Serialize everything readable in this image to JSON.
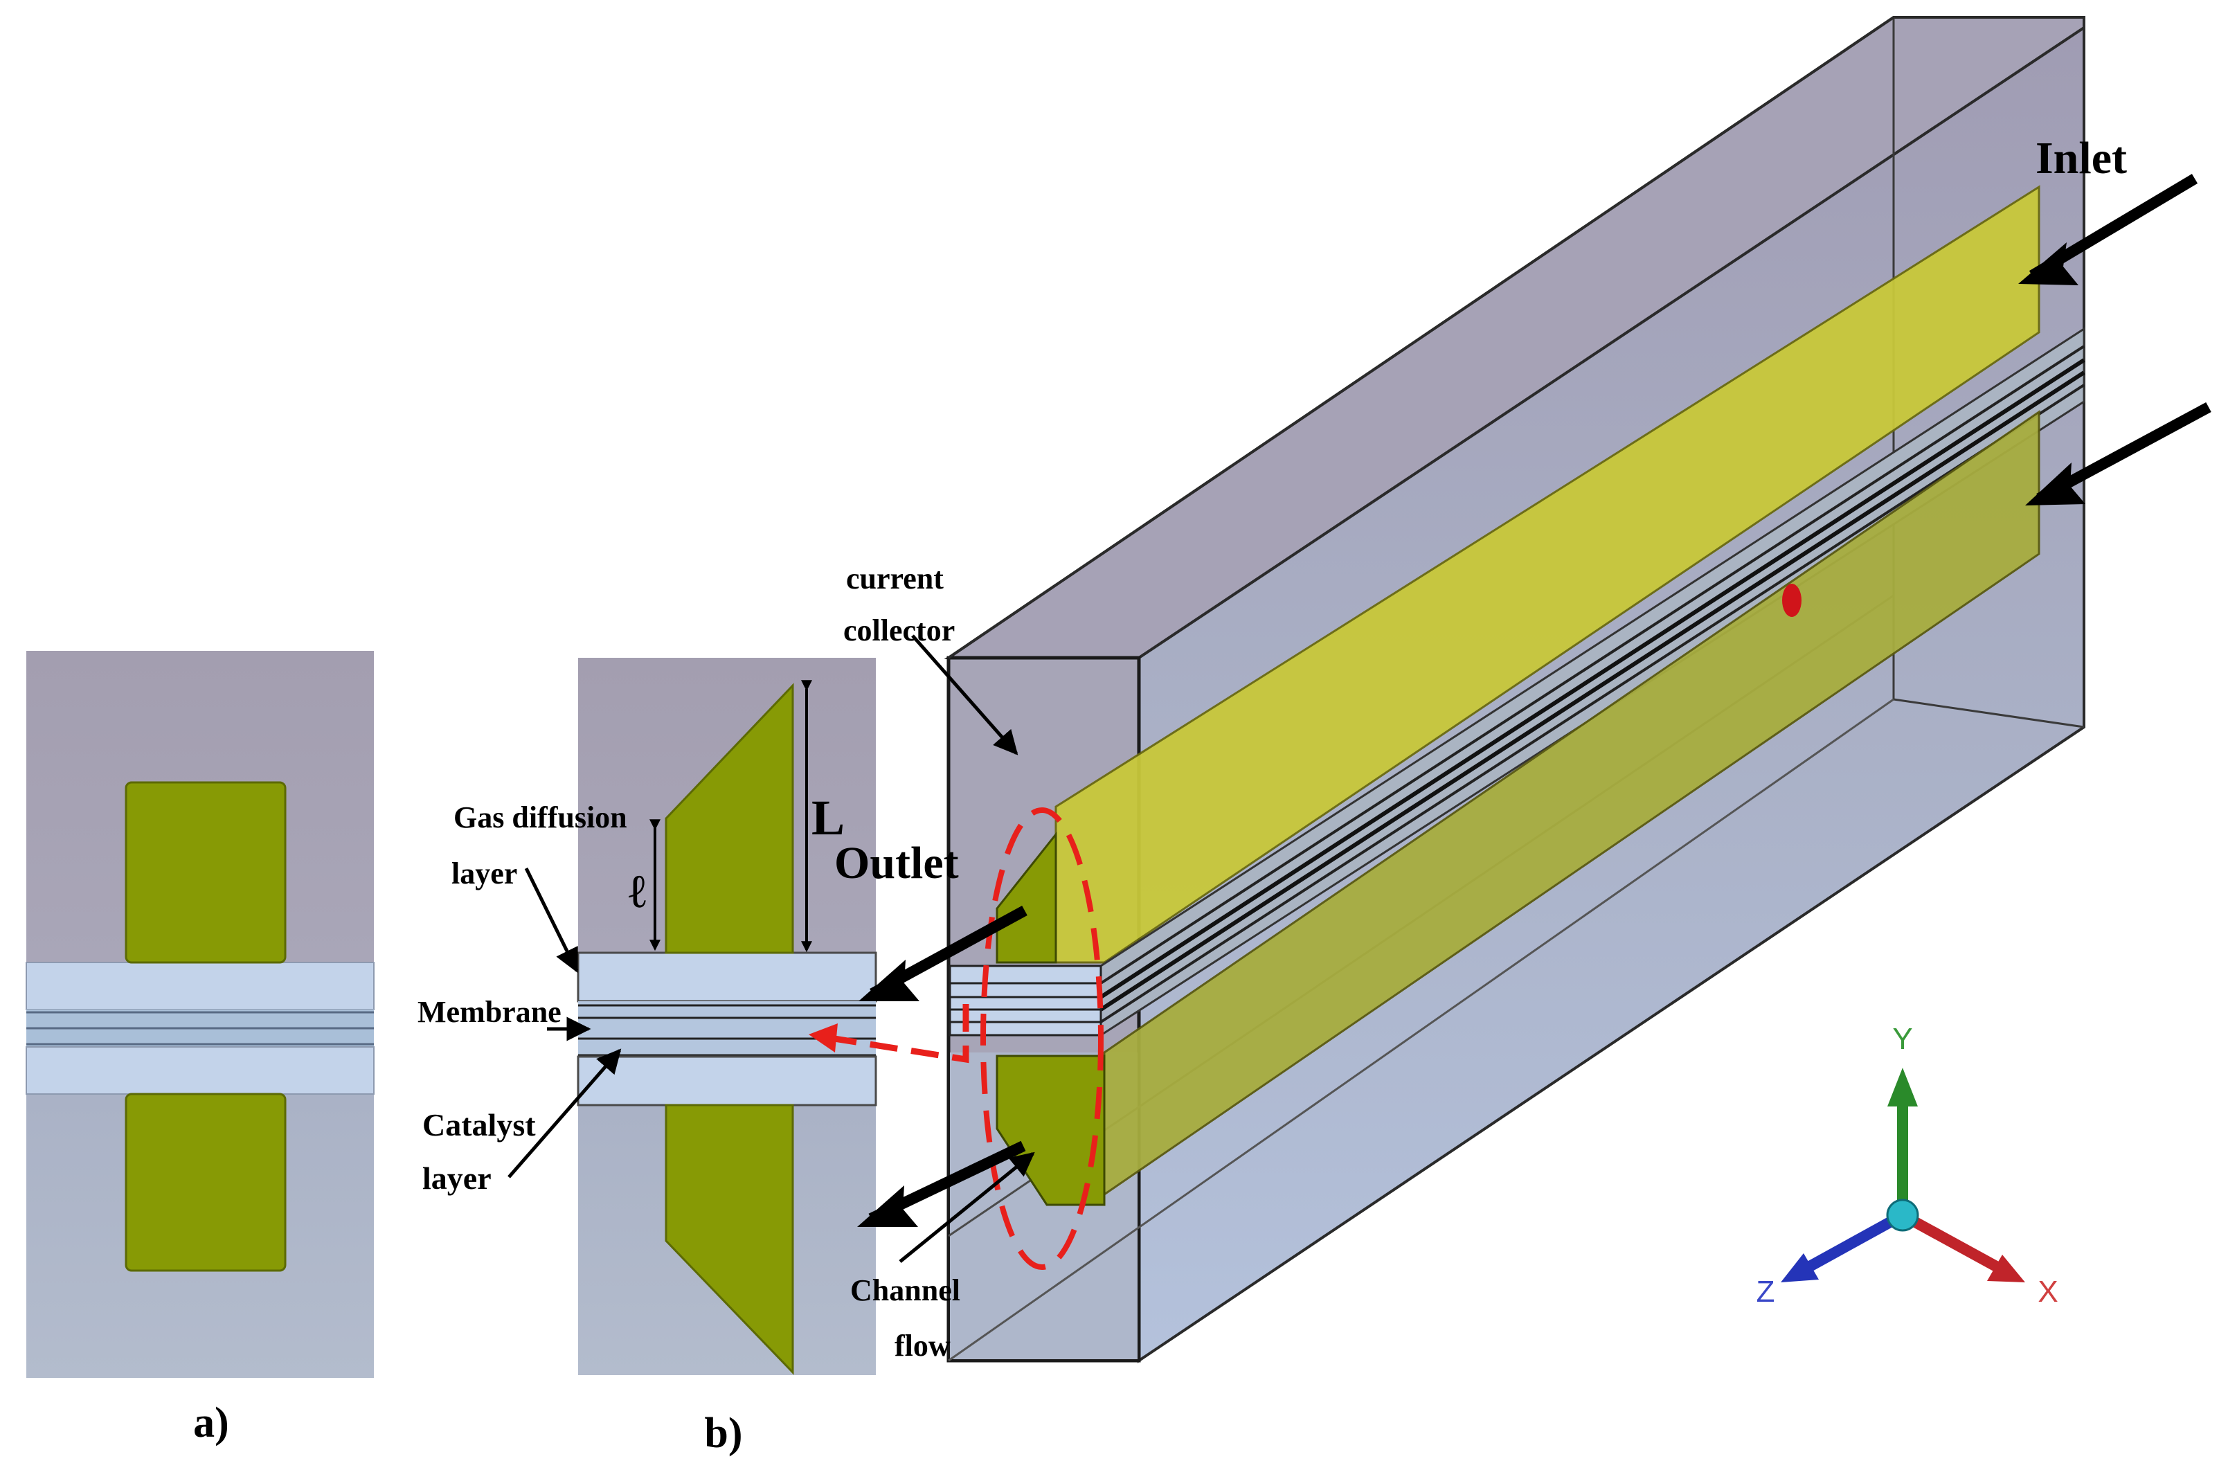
{
  "panels": {
    "a": {
      "caption": "a)"
    },
    "b": {
      "caption": "b)",
      "gas_diffusion_layer": [
        "Gas diffusion",
        "layer"
      ],
      "membrane": "Membrane",
      "catalyst_layer": [
        "Catalyst",
        "layer"
      ],
      "dimension_L": "L",
      "dimension_l": "ℓ"
    }
  },
  "model": {
    "current_collector": [
      "current",
      "collector"
    ],
    "inlet": "Inlet",
    "outlet": "Outlet",
    "channel_flow": [
      "Channel",
      "flow"
    ]
  },
  "triad": {
    "y": "Y",
    "x": "X",
    "z": "Z"
  },
  "colors": {
    "gray_top": "#a39eb0",
    "gray_bottom": "#aab3c6",
    "green": "#879a05",
    "yellow": "#c8c83a",
    "light_blue": "#c3d3ea",
    "red_dashed": "#e8201b",
    "axis_y": "#2a8a2a",
    "axis_x": "#c0242a",
    "axis_z": "#2434b8",
    "triad_node": "#2ab8c8"
  }
}
